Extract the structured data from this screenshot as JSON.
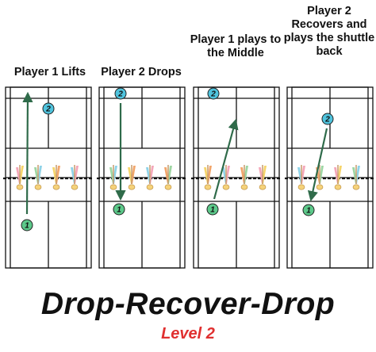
{
  "title": "Drop-Recover-Drop",
  "level": "Level 2",
  "colors": {
    "court_line": "#111111",
    "arrow": "#2f6b4a",
    "player1": "#5cc98a",
    "player2": "#4fc3dd",
    "level_text": "#e03030"
  },
  "steps": [
    {
      "title": "Player 1 Lifts",
      "player1_label": "1",
      "player2_label": "2"
    },
    {
      "title": "Player 2 Drops",
      "player1_label": "1",
      "player2_label": "2"
    },
    {
      "title": "Player 1 plays to the Middle",
      "player1_label": "1",
      "player2_label": "2"
    },
    {
      "title": "Player 2 Recovers and plays the shuttle back",
      "player1_label": "1",
      "player2_label": "2"
    }
  ]
}
